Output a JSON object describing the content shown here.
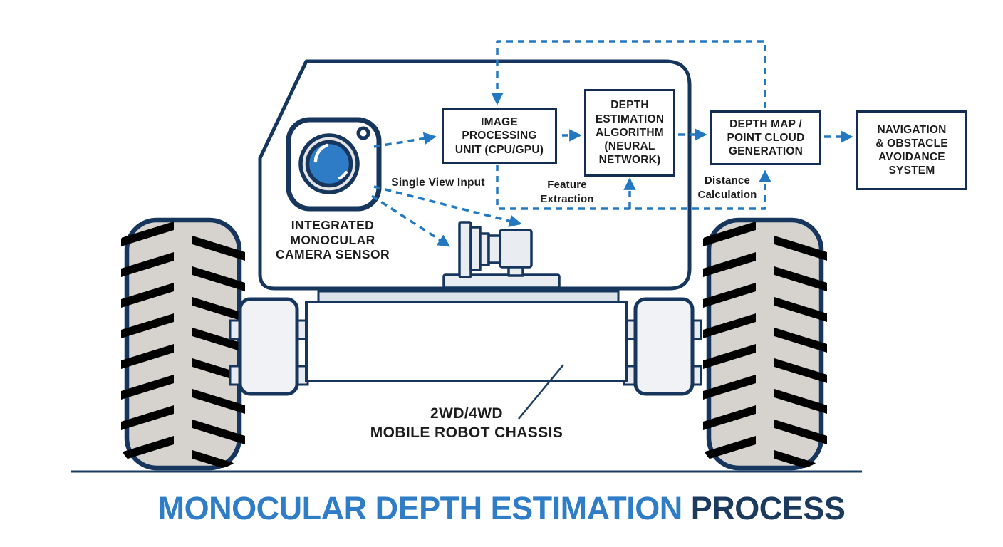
{
  "diagram": {
    "boxes": {
      "image_processing": "IMAGE\nPROCESSING\nUNIT (CPU/GPU)",
      "depth_estimation": "DEPTH\nESTIMATION\nALGORITHM\n(NEURAL\nNETWORK)",
      "depth_map": "DEPTH MAP /\nPOINT CLOUD\nGENERATION",
      "navigation": "NAVIGATION\n& OBSTACLE\nAVOIDANCE\nSYSTEM"
    },
    "annotations": {
      "single_view_input": "Single View Input",
      "feature_extraction": "Feature\nExtraction",
      "distance_calculation": "Distance\nCalculation"
    },
    "camera_label": "INTEGRATED\nMONOCULAR\nCAMERA SENSOR",
    "chassis_label": "2WD/4WD\nMOBILE ROBOT CHASSIS",
    "title": {
      "highlight": "MONOCULAR DEPTH ESTIMATION",
      "rest": "PROCESS"
    },
    "colors": {
      "outline_navy": "#17365e",
      "box_border_navy": "#132e52",
      "dash_blue": "#2379c1",
      "lens_blue": "#2e7cc5",
      "tire_gray": "#d6d3cf",
      "title_blue": "#2e7dc6",
      "title_navy": "#1c3a5e",
      "text_dark": "#1c1c1c"
    }
  }
}
